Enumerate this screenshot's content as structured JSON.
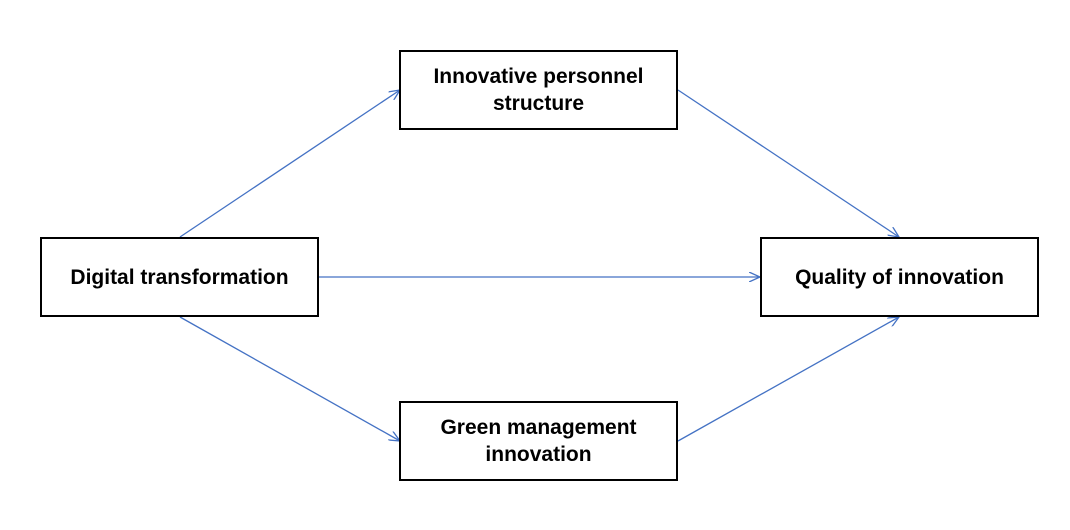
{
  "diagram": {
    "edge_color": "#4472C4",
    "nodes": {
      "digital_transformation": "Digital transformation",
      "innovative_personnel_structure": "Innovative personnel structure",
      "green_management_innovation": "Green management innovation",
      "quality_of_innovation": "Quality of innovation"
    },
    "edges": [
      {
        "from": "digital_transformation",
        "to": "innovative_personnel_structure"
      },
      {
        "from": "digital_transformation",
        "to": "green_management_innovation"
      },
      {
        "from": "digital_transformation",
        "to": "quality_of_innovation"
      },
      {
        "from": "innovative_personnel_structure",
        "to": "quality_of_innovation"
      },
      {
        "from": "green_management_innovation",
        "to": "quality_of_innovation"
      }
    ]
  }
}
